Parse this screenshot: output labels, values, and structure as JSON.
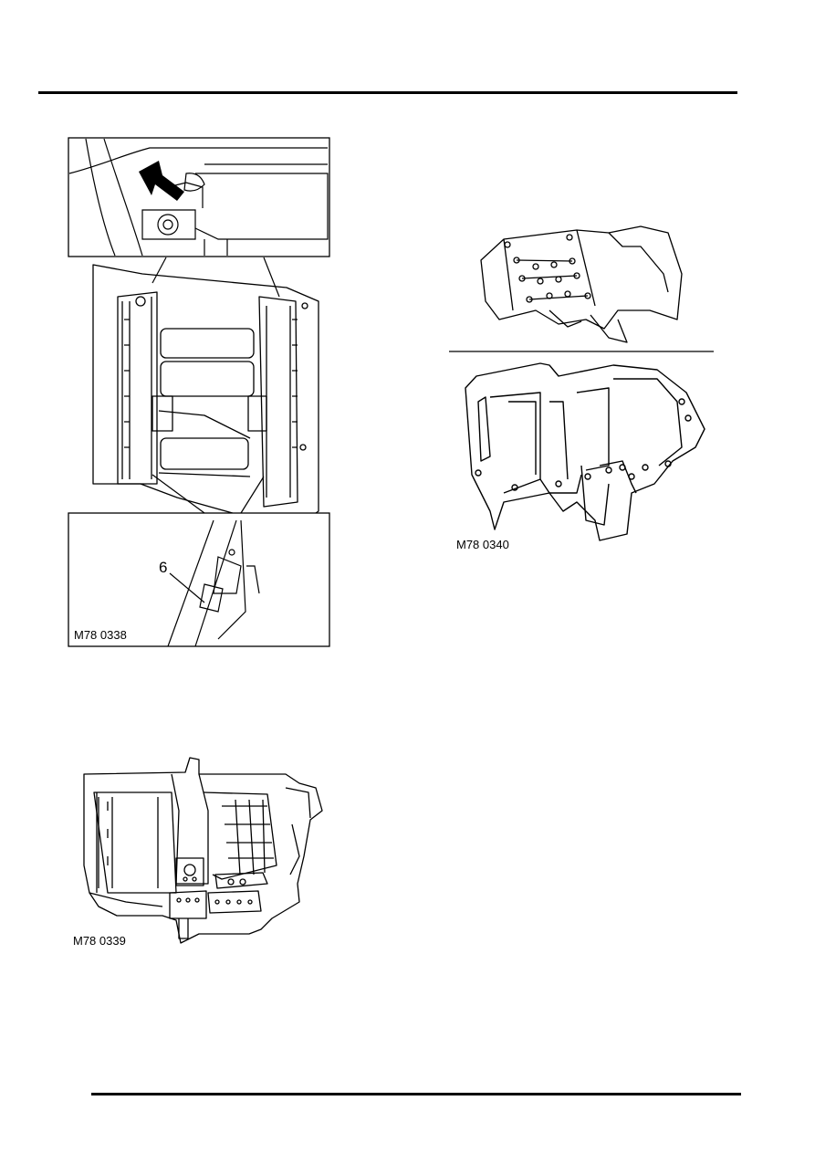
{
  "figures": {
    "fig1": {
      "caption": "M78 0338",
      "callout": "6"
    },
    "fig2": {
      "caption": "M78 0339"
    },
    "fig3": {
      "caption": "M78 0340"
    }
  },
  "colors": {
    "ink": "#000000",
    "paper": "#ffffff",
    "shade": "#dddddd"
  }
}
